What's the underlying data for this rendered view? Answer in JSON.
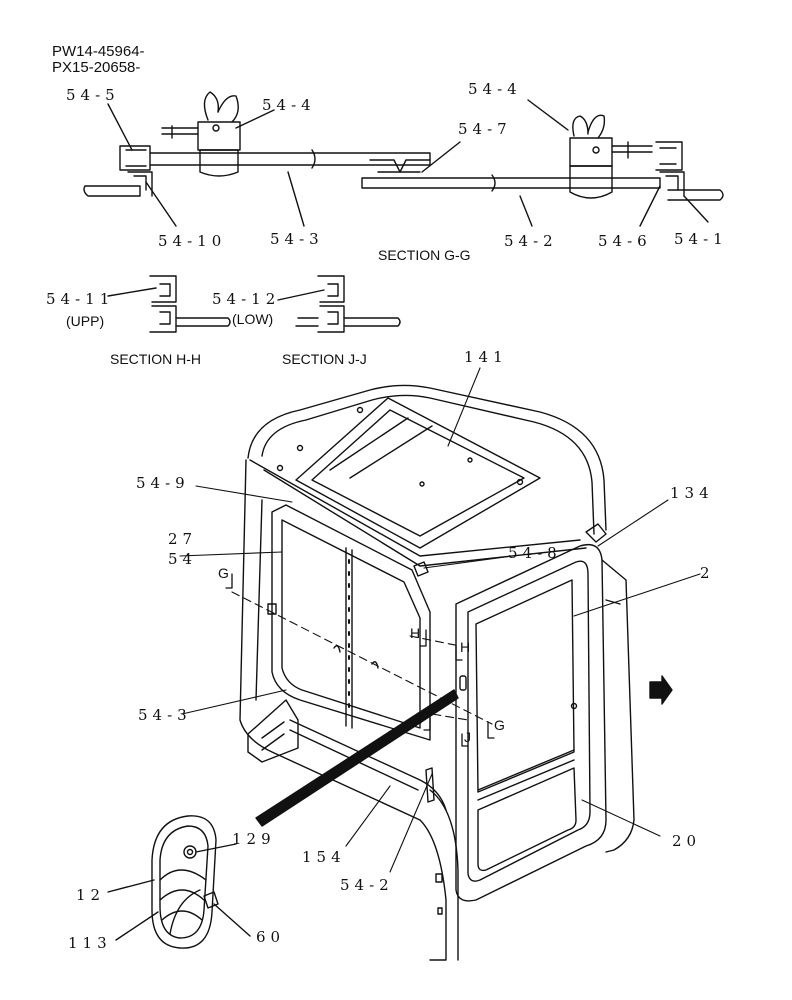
{
  "header": {
    "line1": "PW14-45964-",
    "line2": "PX15-20658-"
  },
  "sections": {
    "gg": "SECTION G-G",
    "hh": "SECTION H-H",
    "jj": "SECTION J-J",
    "upp": "(UPP)",
    "low": "(LOW)"
  },
  "markers": {
    "g": "G",
    "h": "H",
    "j": "J"
  },
  "callouts": {
    "p54_5": "54-5",
    "p54_4a": "54-4",
    "p54_4b": "54-4",
    "p54_7": "54-7",
    "p54_10": "54-10",
    "p54_3a": "54-3",
    "p54_2a": "54-2",
    "p54_6": "54-6",
    "p54_1": "54-1",
    "p54_11": "54-11",
    "p54_12": "54-12",
    "p141": "141",
    "p54_9": "54-9",
    "p27": "27",
    "p54": "54",
    "p134": "134",
    "p54_8": "54-8",
    "p2": "2",
    "p54_3b": "54-3",
    "p20": "20",
    "p129": "129",
    "p154": "154",
    "p54_2b": "54-2",
    "p12": "12",
    "p113": "113",
    "p60": "60"
  }
}
